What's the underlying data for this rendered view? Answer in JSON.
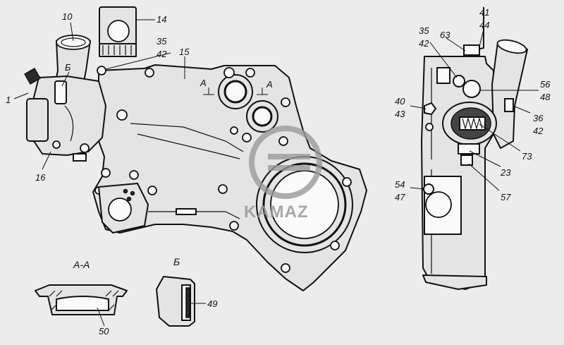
{
  "watermark": {
    "brand_text": "KAMAZ"
  },
  "callouts": {
    "c10": "10",
    "c14": "14",
    "c35": "35",
    "c42": "42",
    "c15": "15",
    "c1": "1",
    "cB": "Б",
    "c16": "16",
    "cA1": "A",
    "cA2": "A",
    "r35": "35",
    "r42": "42",
    "r41": "41",
    "r44": "44",
    "r63": "63",
    "r56": "56",
    "r48": "48",
    "r40": "40",
    "r43": "43",
    "r36": "36",
    "r42b": "42",
    "r73": "73",
    "r23": "23",
    "r54": "54",
    "r47": "47",
    "r57": "57",
    "c50": "50",
    "c49": "49"
  },
  "sections": {
    "aa_title": "А-А",
    "b_title": "Б"
  }
}
